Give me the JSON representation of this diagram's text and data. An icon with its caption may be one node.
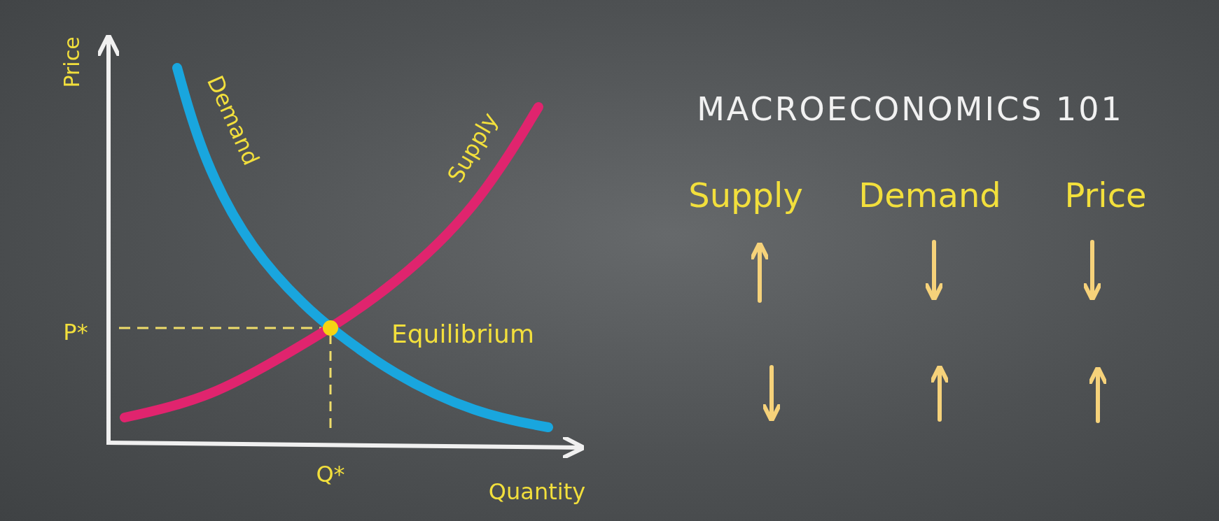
{
  "diagram": {
    "title": "MACROECONOMICS 101",
    "labels": [
      "Price",
      "Demand",
      "Supply",
      "P*",
      "Equilibrium",
      "Q*",
      "Quantity",
      "Supply",
      "Demand",
      "Price"
    ]
  }
}
